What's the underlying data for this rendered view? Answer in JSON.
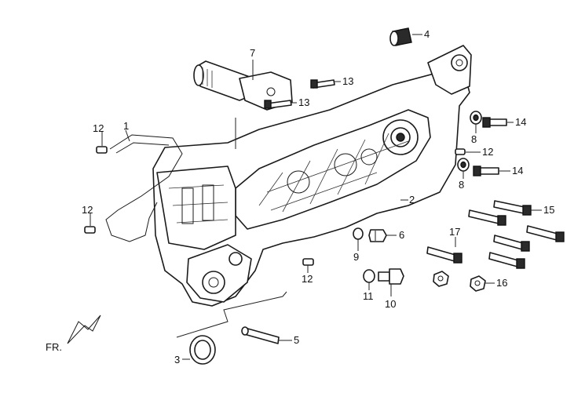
{
  "diagram": {
    "direction_label": "FR.",
    "callouts": {
      "p1": "1",
      "p2": "2",
      "p3": "3",
      "p4": "4",
      "p5": "5",
      "p6": "6",
      "p7": "7",
      "p8a": "8",
      "p8b": "8",
      "p9": "9",
      "p10": "10",
      "p11": "11",
      "p12a": "12",
      "p12b": "12",
      "p12c": "12",
      "p12d": "12",
      "p13a": "13",
      "p13b": "13",
      "p14a": "14",
      "p14b": "14",
      "p15": "15",
      "p16": "16",
      "p17": "17"
    }
  }
}
